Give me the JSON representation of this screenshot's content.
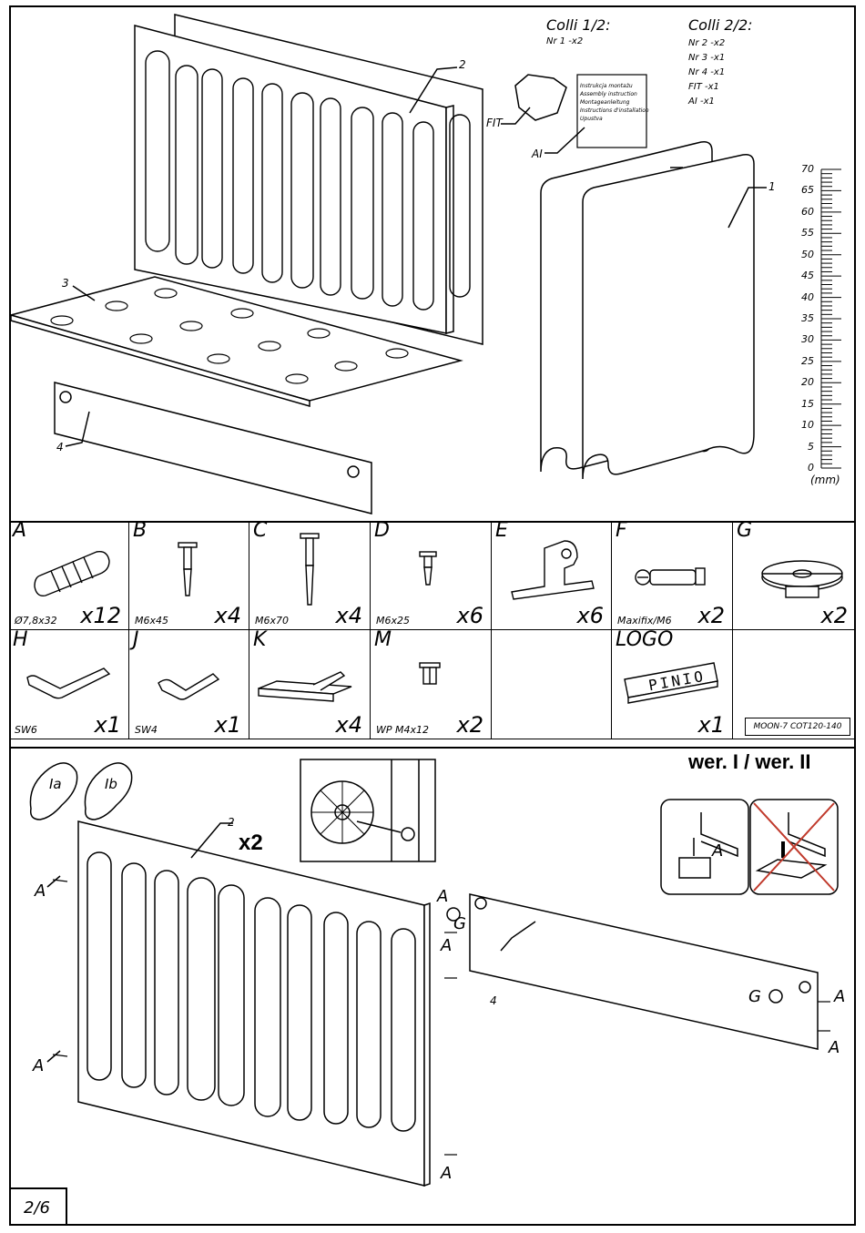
{
  "colli": {
    "c1": {
      "title": "Colli 1/2:",
      "lines": [
        "Nr 1 -x2"
      ]
    },
    "c2": {
      "title": "Colli 2/2:",
      "lines": [
        "Nr 2 -x2",
        "Nr 3 -x1",
        "Nr 4 -x1",
        "FIT -x1",
        "AI -x1"
      ]
    }
  },
  "instruction_box": {
    "lines": [
      "Instrukcja montażu",
      "Assembly instruction",
      "Montageanleitung",
      "Instructions d'installation",
      "Upustva"
    ]
  },
  "labels": {
    "fit": "FIT",
    "ai": "AI",
    "p1": "1",
    "p2": "2",
    "p3": "3",
    "p4": "4"
  },
  "ruler": {
    "unit": "(mm)",
    "ticks": [
      "70",
      "65",
      "60",
      "55",
      "50",
      "45",
      "40",
      "35",
      "30",
      "25",
      "20",
      "15",
      "10",
      "5",
      "0"
    ]
  },
  "parts": [
    {
      "letter": "A",
      "spec": "Ø7,8x32",
      "qty": "x12",
      "icon": "dowel-icon"
    },
    {
      "letter": "B",
      "spec": "M6x45",
      "qty": "x4",
      "icon": "screw-icon"
    },
    {
      "letter": "C",
      "spec": "M6x70",
      "qty": "x4",
      "icon": "long-screw-icon"
    },
    {
      "letter": "D",
      "spec": "M6x25",
      "qty": "x6",
      "icon": "short-screw-icon"
    },
    {
      "letter": "E",
      "spec": "",
      "qty": "x6",
      "icon": "bracket-icon"
    },
    {
      "letter": "F",
      "spec": "Maxifix/M6",
      "qty": "x2",
      "icon": "connector-bolt-icon"
    },
    {
      "letter": "G",
      "spec": "",
      "qty": "x2",
      "icon": "cam-lock-icon"
    },
    {
      "letter": "H",
      "spec": "SW6",
      "qty": "x1",
      "icon": "allen-key-icon"
    },
    {
      "letter": "J",
      "spec": "SW4",
      "qty": "x1",
      "icon": "allen-key-small-icon"
    },
    {
      "letter": "K",
      "spec": "",
      "qty": "x4",
      "icon": "adhesive-pad-icon"
    },
    {
      "letter": "M",
      "spec": "WP M4x12",
      "qty": "x2",
      "icon": "plug-icon"
    },
    {
      "letter": "LOGO",
      "spec": "",
      "qty": "x1",
      "icon": "logo-plate-icon",
      "logo_text": "PINIO"
    }
  ],
  "model_code": "MOON-7 COT120-140",
  "step": {
    "version": "wer. I / wer. II",
    "multiplier": "x2",
    "feet": [
      "Ia",
      "Ib"
    ],
    "part_a": "A",
    "part_g": "G",
    "part_2": "2",
    "part_4": "4"
  },
  "page_number": "2/6"
}
